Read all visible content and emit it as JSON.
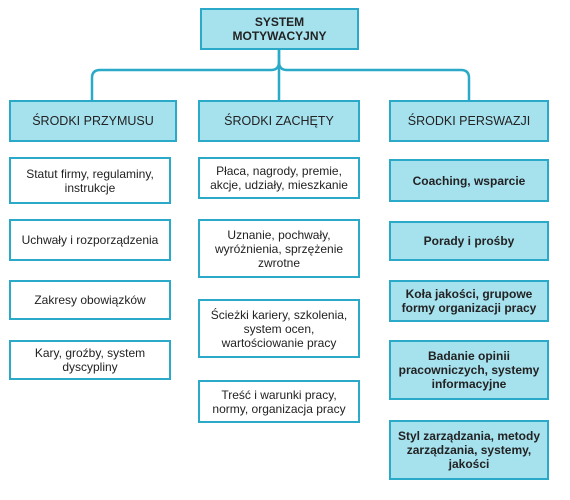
{
  "root": {
    "label": "SYSTEM MOTYWACYJNY"
  },
  "columns": [
    {
      "header": "ŚRODKI PRZYMUSU",
      "items": [
        "Statut firmy, regulaminy, instrukcje",
        "Uchwały i rozporządzenia",
        "Zakresy obowiązków",
        "Kary, groźby, system dyscypliny"
      ]
    },
    {
      "header": "ŚRODKI ZACHĘTY",
      "items": [
        "Płaca, nagrody, premie, akcje, udziały, mieszkanie",
        "Uznanie, pochwały, wyróżnienia, sprzężenie zwrotne",
        "Ścieżki kariery, szkolenia, system ocen, wartościowanie pracy",
        "Treść i warunki pracy, normy, organizacja pracy"
      ]
    },
    {
      "header": "ŚRODKI PERSWAZJI",
      "items": [
        "Coaching, wsparcie",
        "Porady i prośby",
        "Koła jakości, grupowe formy organizacji pracy",
        "Badanie opinii pracowniczych, systemy informacyjne",
        "Styl zarządzania, metody zarządzania, systemy, jakości"
      ]
    }
  ],
  "colors": {
    "accent_fill": "#a6e1ee",
    "border": "#2aaac8",
    "connector": "#2aaac8",
    "text": "#222222"
  }
}
